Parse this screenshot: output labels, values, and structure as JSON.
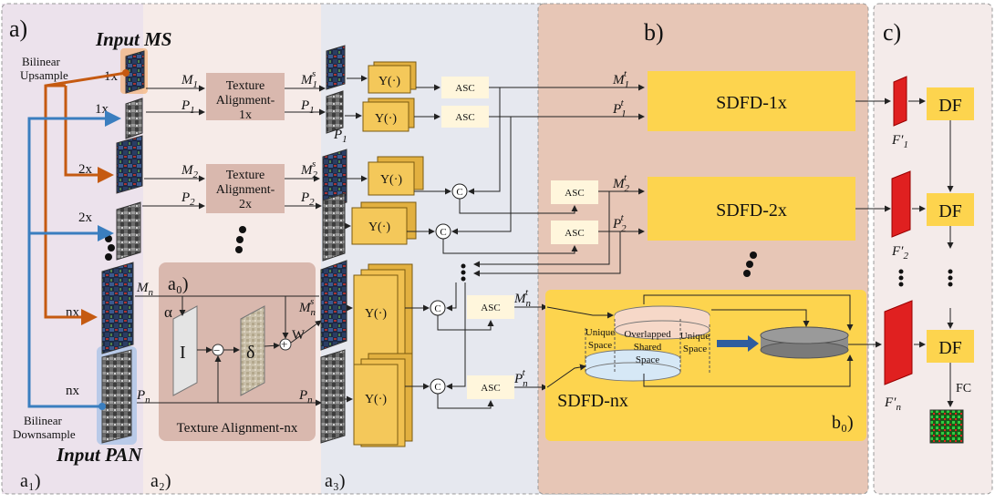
{
  "colors": {
    "panel_a1": "#ece2ec",
    "panel_a2": "#f6ebe8",
    "panel_a3": "#e6e8ef",
    "panel_b": "#e7c6b6",
    "panel_c": "#f4ebea",
    "texture_box": "#d9b8ae",
    "sdfd_box": "#fdd44e",
    "asc_box": "#fff6dc",
    "psi_block": "#f4c85a",
    "orange_arrow": "#c55a11",
    "blue_arrow": "#3a7ebf",
    "red_feature": "#e02020"
  },
  "labels": {
    "a": "a)",
    "b": "b)",
    "c": "c)",
    "a1": "a₁)",
    "a2": "a₂)",
    "a3": "a₃)",
    "a0": "a₀)",
    "b0": "b₀)"
  },
  "inputs": {
    "ms": "Input MS",
    "pan": "Input PAN",
    "upsample": [
      "Bilinear",
      "Upsample"
    ],
    "downsample": [
      "Bilinear",
      "Downsample"
    ]
  },
  "scales": {
    "s1x_ms": "1x",
    "s1x_pan": "1x",
    "s2x_ms": "2x",
    "s2x_pan": "2x",
    "snx_ms": "nx",
    "snx_pan": "nx"
  },
  "texture_alignment": {
    "ta1": [
      "Texture",
      "Alignment-",
      "1x"
    ],
    "ta2": [
      "Texture",
      "Alignment-",
      "2x"
    ],
    "tan": "Texture Alignment-nx",
    "alpha": "α",
    "identity": "I",
    "delta": "δ",
    "minus": "−",
    "plus": "+",
    "w": "W"
  },
  "signals": {
    "M": "M",
    "P": "P",
    "sub1": "1",
    "sub2": "2",
    "subn": "n",
    "sup_s": "s",
    "sup_t": "t"
  },
  "blocks": {
    "psi": "Υ(·)",
    "asc": "ASC",
    "concat": "C",
    "sdfd1": "SDFD-1x",
    "sdfd2": "SDFD-2x",
    "sdfdn": "SDFD-nx",
    "df": "DF",
    "fc": "FC",
    "unique_space": [
      "Unique",
      "Space"
    ],
    "overlapped": [
      "Overlapped",
      "Shared",
      "Space"
    ]
  },
  "features": {
    "f": "F′",
    "sub1": "1",
    "sub2": "2",
    "subn": "n"
  },
  "ellipsis": "•"
}
